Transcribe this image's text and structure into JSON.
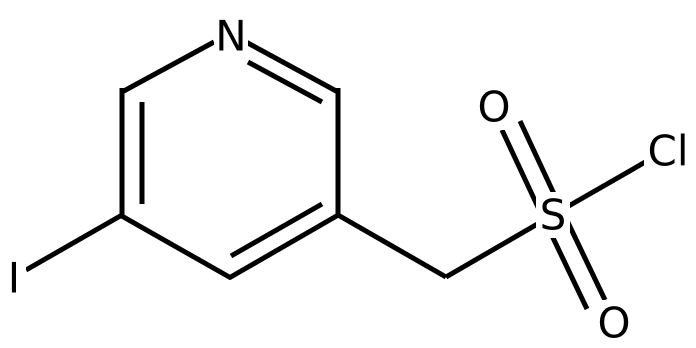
{
  "molecule": {
    "atoms": {
      "nitrogen": "N",
      "iodine": "I",
      "sulfur": "S",
      "oxygen_top": "O",
      "oxygen_bottom": "O",
      "chlorine": "Cl"
    }
  }
}
